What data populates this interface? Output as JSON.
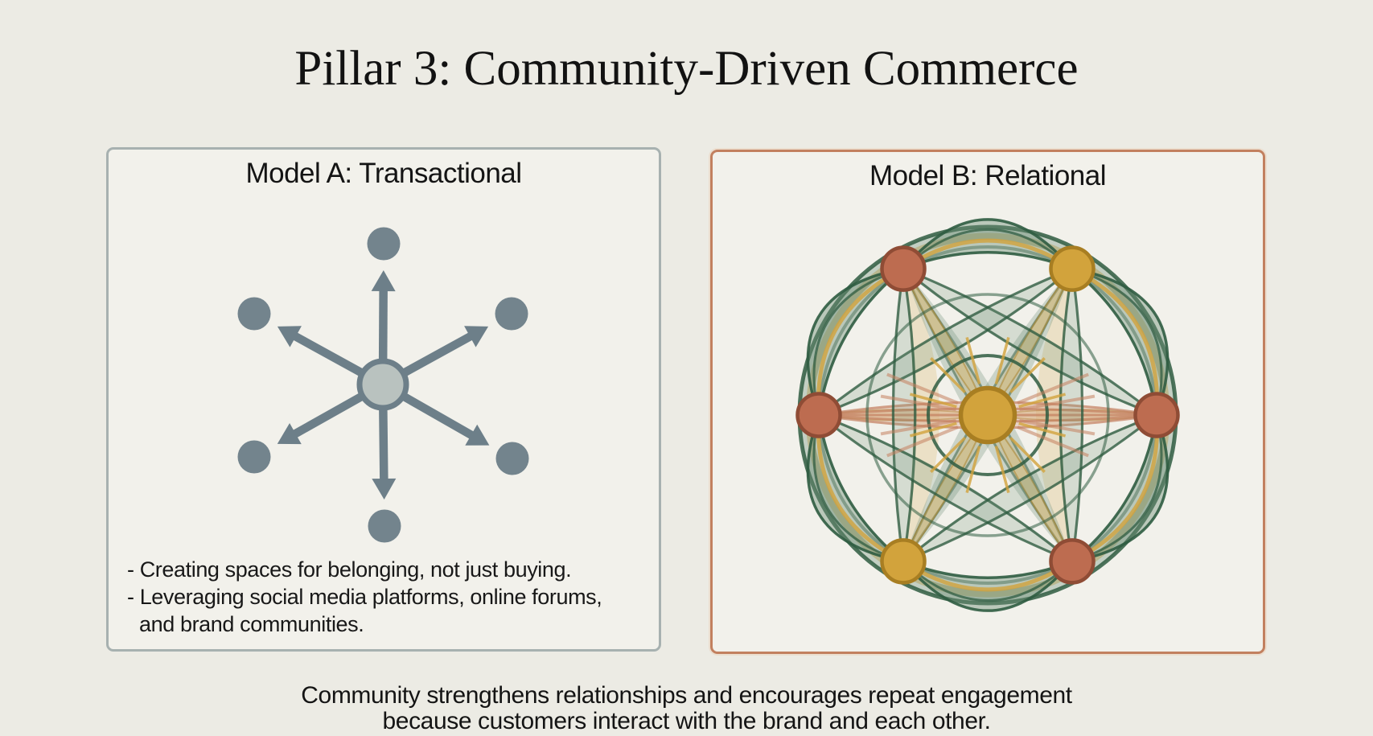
{
  "title": "Pillar 3: Community-Driven Commerce",
  "panels": {
    "left": {
      "title": "Model A: Transactional",
      "bullet_lines": [
        "- Creating spaces for belonging, not just buying.",
        "- Leveraging social media platforms, online forums,",
        "and brand communities."
      ]
    },
    "right": {
      "title": "Model B: Relational"
    }
  },
  "caption": {
    "line1": "Community strengthens relationships and encourages repeat engagement",
    "line2": "because customers interact with the brand and each other."
  },
  "palette": {
    "background": "#ecebe4",
    "panel_bg": "#f2f1eb",
    "left_border": "#a7b1b0",
    "right_border": "#c2805f",
    "text": "#141414",
    "gray_node": "#73848d",
    "gray_hub_fill": "#b9c2bf",
    "gray_arrow": "#6d7f89",
    "green": "#2f5c41",
    "green_soft": "#6d9077",
    "gold": "#d2a33c",
    "gold_dark": "#a87e22",
    "gold_soft": "#dcba72",
    "terracotta": "#bd6c50",
    "terracotta_dark": "#8f4c35",
    "salmon": "#c4805f",
    "salmon_soft": "#d69a7e"
  },
  "diagrams": {
    "transactional": {
      "type": "hub-and-spoke",
      "outer_node_count": 6,
      "arrows": "one-way outward from brand hub to customers"
    },
    "relational": {
      "type": "mesh-network",
      "center_node_color": "gold",
      "outer_node_colors": [
        "terracotta",
        "gold",
        "terracotta",
        "terracotta",
        "gold",
        "terracotta"
      ],
      "connections": "all nodes interconnected with woven green, gold and salmon links"
    }
  }
}
